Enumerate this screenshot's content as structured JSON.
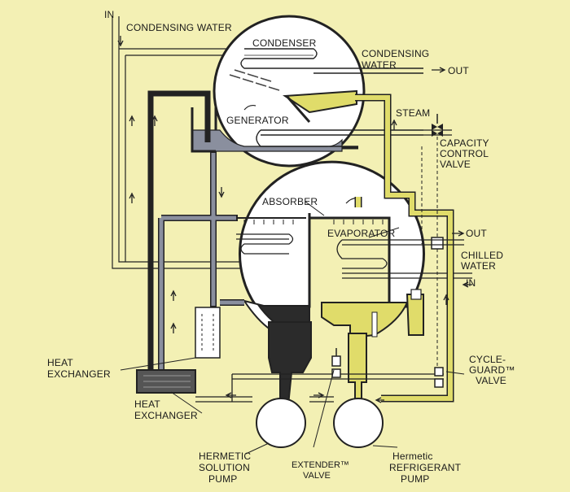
{
  "labels": {
    "in_top": "IN",
    "condensing_water": "CONDENSING WATER",
    "condenser": "CONDENSER",
    "condensing_water_out_1": "CONDENSING",
    "condensing_water_out_2": "WATER",
    "out_top": "OUT",
    "generator": "GENERATOR",
    "steam": "STEAM",
    "capacity_1": "CAPACITY",
    "capacity_2": "CONTROL",
    "capacity_3": "VALVE",
    "absorber": "ABSORBER",
    "evaporator": "EVAPORATOR",
    "out_chilled": "OUT",
    "chilled_1": "CHILLED",
    "chilled_2": "WATER",
    "in_chilled": "IN",
    "heat_exchanger_a_1": "HEAT",
    "heat_exchanger_a_2": "EXCHANGER",
    "heat_exchanger_b_1": "HEAT",
    "heat_exchanger_b_2": "EXCHANGER",
    "cycleguard_1": "CYCLE-",
    "cycleguard_2": "GUARD™",
    "cycleguard_3": "VALVE",
    "solution_pump_1": "HERMETIC",
    "solution_pump_2": "SOLUTION",
    "solution_pump_3": "PUMP",
    "extender_1": "EXTENDER™",
    "extender_2": "VALVE",
    "refrigerant_pump_1": "Hermetic",
    "refrigerant_pump_2": "REFRIGERANT",
    "refrigerant_pump_3": "PUMP"
  },
  "colors": {
    "background": "#f3f0b4",
    "shell": "#ffffff",
    "refrigerant": "#e0dc6a",
    "solution_strong": "#2b2b2b",
    "solution_weak": "#8a8f9e",
    "pipe_outline": "#222222"
  }
}
